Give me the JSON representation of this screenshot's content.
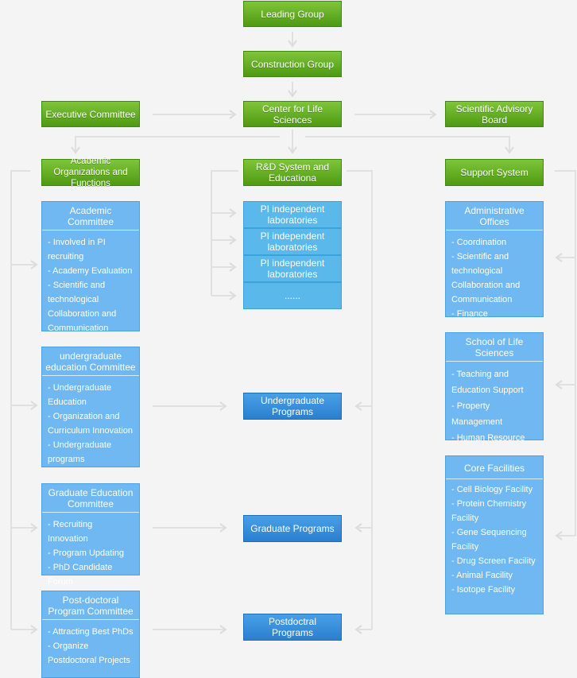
{
  "top": {
    "leading_group": "Leading Group",
    "construction_group": "Construction Group",
    "center": "Center for Life Sciences",
    "executive": "Executive Committee",
    "advisory": "Scientific Advisory Board"
  },
  "columns": {
    "academic": "Academic Organizations and Functions",
    "rd": "R&D System and Educationa",
    "support": "Support System"
  },
  "academic_committee": {
    "title": "Academic Committee",
    "items": [
      "- Involved in PI recruiting",
      "- Academy Evaluation",
      "- Scientific and technological Collaboration and Communication"
    ]
  },
  "undergrad_committee": {
    "title": "undergraduate education Committee",
    "items": [
      "- Undergraduate Education",
      "- Organization and Curriculum Innovation",
      "- Undergraduate programs"
    ]
  },
  "graduate_committee": {
    "title": "Graduate Education Committee",
    "items": [
      "- Recruiting Innovation",
      "- Program Updating",
      "- PhD Candidate Forum"
    ]
  },
  "postdoc_committee": {
    "title": "Post-doctoral Program Committee",
    "items": [
      "- Attracting Best PhDs",
      "- Organize Postdoctoral Projects"
    ]
  },
  "labs": [
    "PI independent laboratories",
    "PI independent laboratories",
    "PI independent laboratories",
    "......"
  ],
  "programs": {
    "undergraduate": "Undergraduate Programs",
    "graduate": "Graduate Programs",
    "postdoctoral": "Postdoctral Programs"
  },
  "admin_offices": {
    "title": "Administrative Offices",
    "items": [
      "- Coordination",
      "- Scientific and technological Collaboration and Communication",
      "- Finance"
    ]
  },
  "school": {
    "title": "School of Life Sciences",
    "items": [
      "- Teaching and Education Support",
      "- Property Management",
      "- Human Resource"
    ]
  },
  "core": {
    "title": "Core Facilities",
    "items": [
      "- Cell Biology Facility",
      "- Protein Chemistry Facility",
      "- Gene Sequencing Facility",
      "- Drug Screen Facility",
      "- Animal Facility",
      "- Isotope Facility"
    ]
  },
  "colors": {
    "green": "#5aa41b",
    "card_blue": "#6fb8f1",
    "lab_blue": "#5ab9ea",
    "program_blue": "#2f86d4",
    "connector": "#dedede"
  }
}
